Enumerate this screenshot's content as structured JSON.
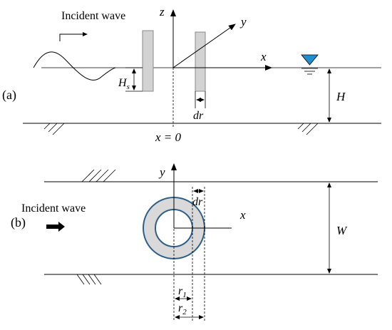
{
  "panel_a": {
    "tag": "(a)",
    "incident_wave_label": "Incident wave",
    "axis_z": "z",
    "axis_y": "y",
    "axis_x": "x",
    "hs_label": "H",
    "hs_sub": "s",
    "dr_label": "dr",
    "depth_label": "H",
    "origin_label": "x = 0",
    "water_marker_color": "#1f8fd0"
  },
  "panel_b": {
    "tag": "(b)",
    "incident_wave_label": "Incident wave",
    "axis_y": "y",
    "axis_x": "x",
    "dr_label": "dr",
    "width_label": "W",
    "r1_label": "r",
    "r1_sub": "1",
    "r2_label": "r",
    "r2_sub": "2",
    "ring_stroke_color": "#2e5f8a",
    "ring_fill_color": "#d9d9d9"
  }
}
